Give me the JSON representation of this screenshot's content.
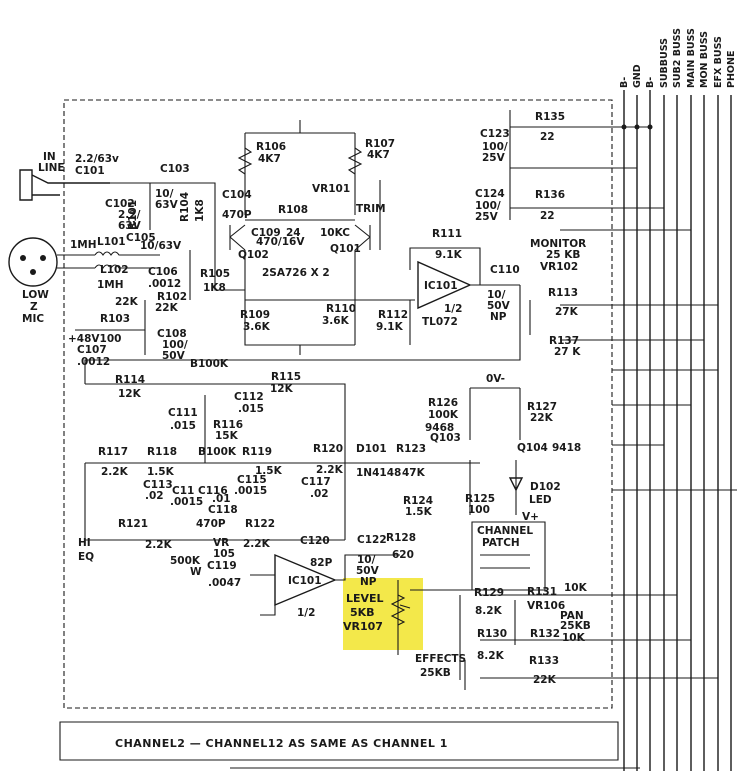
{
  "colors": {
    "ink": "#1a1a1a",
    "paper": "#ffffff",
    "highlight": "#f3e84a"
  },
  "bus_labels": [
    "B-",
    "GND",
    "B-",
    "SUBBUSS",
    "SUB2 BUSS",
    "MAIN BUSS",
    "MON BUSS",
    "EFX BUSS",
    "PHONE"
  ],
  "labels": {
    "in": "IN",
    "line": "LINE",
    "c101_val": "2.2/63v",
    "c101": "C101",
    "c103": "C103",
    "c103_val1": "10/",
    "c103_val2": "63V",
    "c102": "C102",
    "c102_val1": "2.2/",
    "c102_val2": "63V",
    "r104": "R104",
    "r104_val": "1K8",
    "r101": "R101",
    "c104": "C104",
    "c104_val": "470P",
    "r106": "R106",
    "r106_val": "4K7",
    "r107": "R107",
    "r107_val": "4K7",
    "vr101": "VR101",
    "trim": "TRIM",
    "r108": "R108",
    "r108_val": "24",
    "c109": "C109",
    "c109_val": "470/16V",
    "r108_pot": "10KC",
    "q102": "Q102",
    "q101": "Q101",
    "pair": "2SA726  X 2",
    "mh1": "1MH",
    "l101": "L101",
    "c105": "C105",
    "c105_val": "10/63V",
    "l102": "L102",
    "mh2": "1MH",
    "c106": "C106",
    "c106_val": ".0012",
    "r105": "R105",
    "r105_val": "1K8",
    "r102": "R102",
    "r102_val": "22K",
    "r101_val": "22K",
    "low": "LOW",
    "z": "Z",
    "mic": "MIC",
    "r103": "R103",
    "phantom": "+48V100",
    "c107": "C107",
    "c107_val": ".0012",
    "c108": "C108",
    "c108_val1": "100/",
    "c108_val2": "50V",
    "r109": "R109",
    "r109_val": "3.6K",
    "r110": "R110",
    "r110_val": "3.6K",
    "r112": "R112",
    "r112_val": "9.1K",
    "tl072": "TL072",
    "b100k": "B100K",
    "r111": "R111",
    "r111_val": "9.1K",
    "ic101a": "IC101",
    "half_a": "1/2",
    "c110": "C110",
    "c110_val1": "10/",
    "c110_val2": "50V",
    "c110_val3": "NP",
    "monitor": "MONITOR",
    "monitor_val": "25 KB",
    "vr102": "VR102",
    "r113": "R113",
    "r113_val": "27K",
    "r137": "R137",
    "r137_val": "27 K",
    "c123": "C123",
    "c123_val1": "100/",
    "c123_val2": "25V",
    "c124": "C124",
    "c124_val1": "100/",
    "c124_val2": "25V",
    "r135": "R135",
    "r135_val": "22",
    "r136": "R136",
    "r136_val": "22",
    "r114": "R114",
    "r114_val": "12K",
    "r115": "R115",
    "r115_val": "12K",
    "c111": "C111",
    "c111_val": ".015",
    "c112": "C112",
    "c112_val": ".015",
    "r116": "R116",
    "r116_val": "15K",
    "r117": "R117",
    "r117_val": "2.2K",
    "r118": "R118",
    "r118_val": "1.5K",
    "b100k_2": "B100K",
    "r119": "R119",
    "r119_val": "1.5K",
    "r120": "R120",
    "r120_val": "2.2K",
    "d101": "D101",
    "d101_val": "1N4148",
    "r123": "R123",
    "r123_val": "47K",
    "c113": "C113",
    "c113_val": ".02",
    "c11": "C11",
    "c11_val": ".0015",
    "c116": "C116",
    "c116_val": ".01",
    "c115": "C115",
    "c115_val": ".0015",
    "c117": "C117",
    "c117_val": ".02",
    "r126": "R126",
    "r126_val": "100K",
    "q103_num": "9468",
    "q103": "Q103",
    "v_minus": "0V-",
    "r127": "R127",
    "r127_val": "22K",
    "q104": "Q104",
    "q104_num": "9418",
    "r124": "R124",
    "r124_val": "1.5K",
    "r125": "R125",
    "r125_val": "100",
    "d102": "D102",
    "led": "LED",
    "v_plus": "V+",
    "hi": "HI",
    "eq": "EQ",
    "r121": "R121",
    "r121_val": "2.2K",
    "c118": "C118",
    "c118_val": "470P",
    "vr": "VR",
    "vr_val": "105",
    "r122": "R122",
    "r122_val": "2.2K",
    "c120": "C120",
    "c120_val": "82P",
    "pot_500k": "500K",
    "w": "W",
    "c119": "C119",
    "c119_val": ".0047",
    "ic101b": "IC101",
    "half_b": "1/2",
    "c122": "C122",
    "c122_val1": "10/",
    "c122_val2": "50V",
    "c122_val3": "NP",
    "r128": "R128",
    "r128_val": "620",
    "channel": "CHANNEL",
    "patch": "PATCH",
    "level": "LEVEL",
    "level_val": "5KB",
    "vr107": "VR107",
    "r129": "R129",
    "r129_val": "8.2K",
    "r131": "R131",
    "r131_val": "10K",
    "vr106": "VR106",
    "pan": "PAN",
    "pan_val": "25KB",
    "r130": "R130",
    "r130_val": "8.2K",
    "r132": "R132",
    "r132_val": "10K",
    "effects": "EFFECTS",
    "effects_val": "25KB",
    "r133": "R133",
    "r133_val": "22K",
    "footer": "CHANNEL2 — CHANNEL12  AS  SAME  AS  CHANNEL 1"
  }
}
